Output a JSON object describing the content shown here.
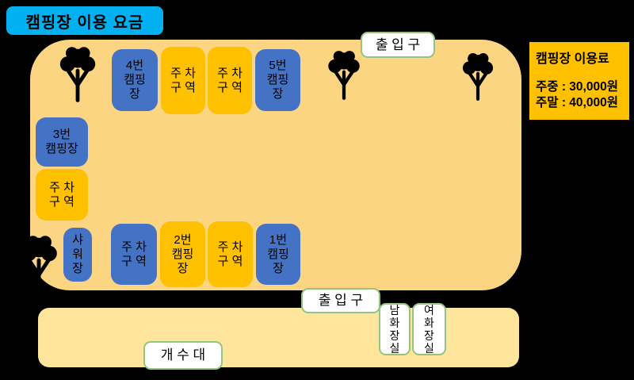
{
  "title_badge": {
    "label": "캠핑장 이용 요금"
  },
  "fee_box": {
    "title": "캠핑장 이용료",
    "weekday": "주중 : 30,000원",
    "weekend": "주말 : 40,000원"
  },
  "entrances": {
    "top": {
      "label": "출 입 구"
    },
    "bottom": {
      "label": "출 입 구"
    }
  },
  "zones": {
    "camp4": {
      "label": "4번\n캠핑\n장",
      "color": "blue"
    },
    "parking_top_1": {
      "label": "주 차\n구 역",
      "color": "orange"
    },
    "parking_top_2": {
      "label": "주 차\n구 역",
      "color": "orange"
    },
    "camp5": {
      "label": "5번\n캠핑\n장",
      "color": "blue"
    },
    "camp3": {
      "label": "3번\n캠핑장",
      "color": "blue"
    },
    "parking_left": {
      "label": "주 차\n구 역",
      "color": "orange"
    },
    "shower": {
      "label": "샤\n워\n장",
      "color": "blue"
    },
    "parking_bottom_1": {
      "label": "주 차\n구 역",
      "color": "blue"
    },
    "camp2": {
      "label": "2번\n캠핑\n장",
      "color": "orange"
    },
    "parking_bottom_2": {
      "label": "주 차\n구 역",
      "color": "orange"
    },
    "camp1": {
      "label": "1번\n캠핑\n장",
      "color": "blue"
    }
  },
  "facilities": {
    "sink": {
      "label": "개 수 대"
    },
    "restroom_men": {
      "label": "남\n화\n장\n실"
    },
    "restroom_women": {
      "label": "여\n화\n장\n실"
    }
  },
  "colors": {
    "badge_blue": "#00B0F0",
    "zone_blue": "#4472C4",
    "zone_orange": "#FFC000",
    "ground": "#FCD583",
    "ground_light": "#FEE59B",
    "border_green": "#94C47D",
    "background": "#000000"
  }
}
